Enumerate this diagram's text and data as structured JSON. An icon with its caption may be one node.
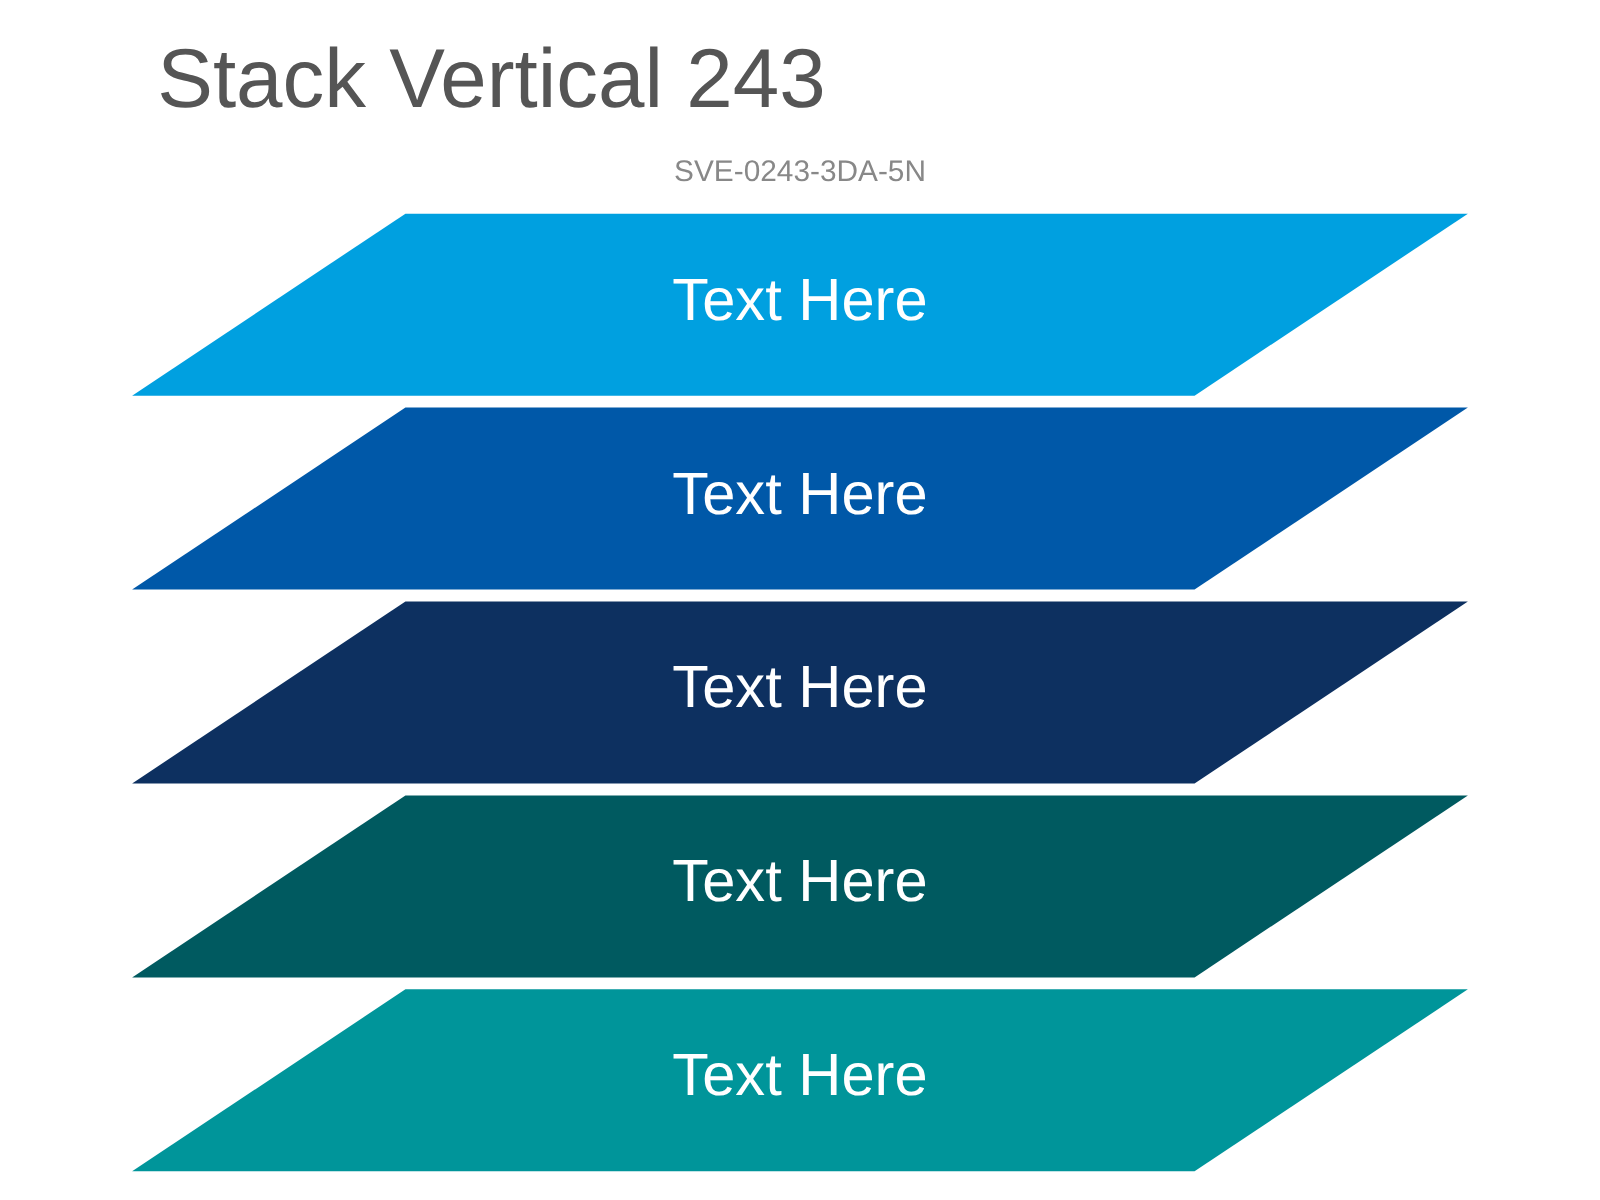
{
  "diagram": {
    "title": "Stack Vertical 243",
    "nodes": [
      {
        "text": [
          "Text Here"
        ]
      },
      {
        "text": [
          "Text Here"
        ]
      },
      {
        "text": [
          "Text Here"
        ]
      },
      {
        "text": [
          "Text Here"
        ]
      },
      {
        "text": [
          "Text Here"
        ]
      }
    ],
    "edges": [],
    "labels": [
      "SVE-0243-3DA-5N"
    ]
  }
}
